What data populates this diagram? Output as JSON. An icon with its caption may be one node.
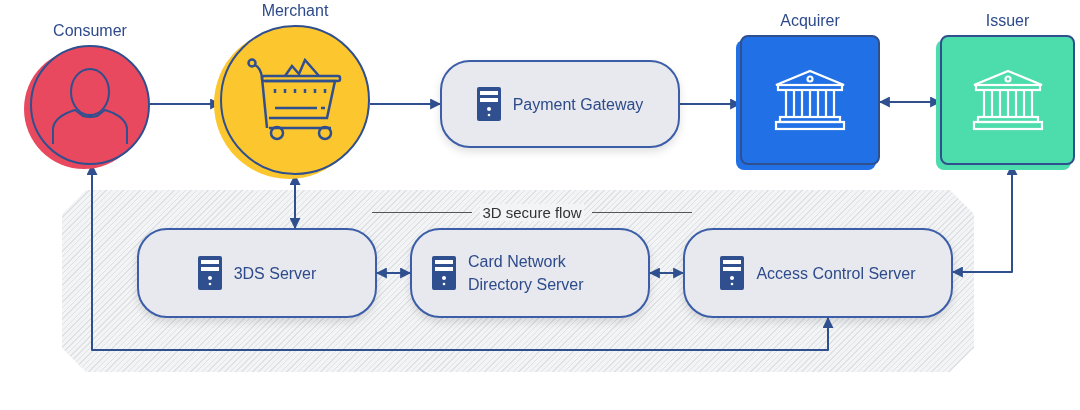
{
  "diagram": {
    "nodes": [
      {
        "text": [
          "Consumer"
        ]
      },
      {
        "text": [
          "Merchant"
        ]
      },
      {
        "text": [
          "Payment Gateway"
        ]
      },
      {
        "text": [
          "Acquirer"
        ]
      },
      {
        "text": [
          "Issuer"
        ]
      },
      {
        "text": [
          "3D secure flow"
        ]
      },
      {
        "text": [
          "3DS Server"
        ],
        "in": 5
      },
      {
        "text": [
          "Card Network Directory Server"
        ],
        "in": 5
      },
      {
        "text": [
          "Access Control Server"
        ],
        "in": 5
      }
    ],
    "edges": [
      {
        "from": 0,
        "to": 1,
        "arrow": "to"
      },
      {
        "from": 1,
        "to": 2,
        "arrow": "to"
      },
      {
        "from": 2,
        "to": 3,
        "arrow": "to"
      },
      {
        "from": 3,
        "to": 4,
        "arrow": "both"
      },
      {
        "from": 1,
        "to": 6,
        "arrow": "both"
      },
      {
        "from": 6,
        "to": 7,
        "arrow": "both"
      },
      {
        "from": 7,
        "to": 8,
        "arrow": "both"
      },
      {
        "from": 4,
        "to": 8,
        "arrow": "both"
      },
      {
        "from": 0,
        "to": 8,
        "arrow": "both"
      }
    ]
  }
}
